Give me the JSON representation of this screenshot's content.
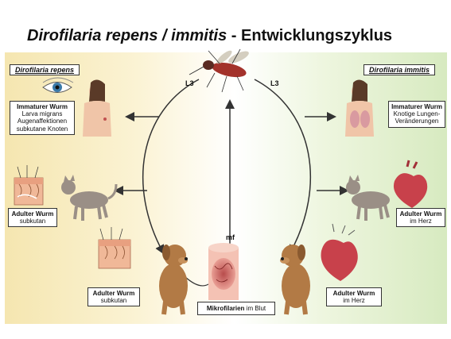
{
  "title": {
    "species": "Dirofilaria repens / immitis",
    "separator": " - ",
    "rest": "Entwicklungszyklus"
  },
  "species": {
    "left": "Dirofilaria repens",
    "right": "Dirofilaria immitis"
  },
  "stage_tags": {
    "l3_left": "L3",
    "l3_right": "L3",
    "mf": "mf"
  },
  "left": {
    "immature": {
      "heading": "Immaturer Wurm",
      "lines": [
        "Larva migrans",
        "Augenaffektionen",
        "subkutane Knoten"
      ]
    },
    "adult_cat": {
      "heading": "Adulter Wurm",
      "lines": [
        "subkutan"
      ]
    },
    "adult_dog": {
      "heading": "Adulter Wurm",
      "lines": [
        "subkutan"
      ]
    }
  },
  "right": {
    "immature": {
      "heading": "Immaturer Wurm",
      "lines": [
        "Knotige Lungen-",
        "Veränderungen"
      ]
    },
    "adult_cat": {
      "heading": "Adulter Wurm",
      "lines": [
        "im Herz"
      ]
    },
    "adult_dog": {
      "heading": "Adulter Wurm",
      "lines": [
        "im Herz"
      ]
    }
  },
  "micro": {
    "bold": "Mikrofilarien",
    "rest": " im Blut"
  },
  "colors": {
    "arrow": "#333333",
    "gradient_left": "#f5e6b0",
    "gradient_right": "#d7eac0",
    "dog": "#b27a45",
    "cat": "#9a8f86",
    "skin": "#f0c5a8",
    "heart": "#c8414b"
  }
}
